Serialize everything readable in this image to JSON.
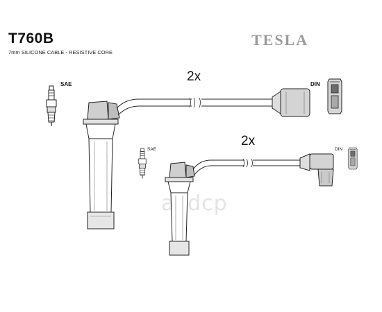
{
  "header": {
    "part_number": "T760B",
    "subtitle": "7mm SILICONE CABLE - RESISTIVE CORE",
    "brand": "TESLA"
  },
  "watermark": "avdcp",
  "labels": {
    "sae_top": "SAE",
    "din_top": "DIN",
    "sae_bottom": "SAE",
    "din_bottom": "DIN"
  },
  "quantities": {
    "lead_top": "2x",
    "lead_bottom": "2x"
  }
}
